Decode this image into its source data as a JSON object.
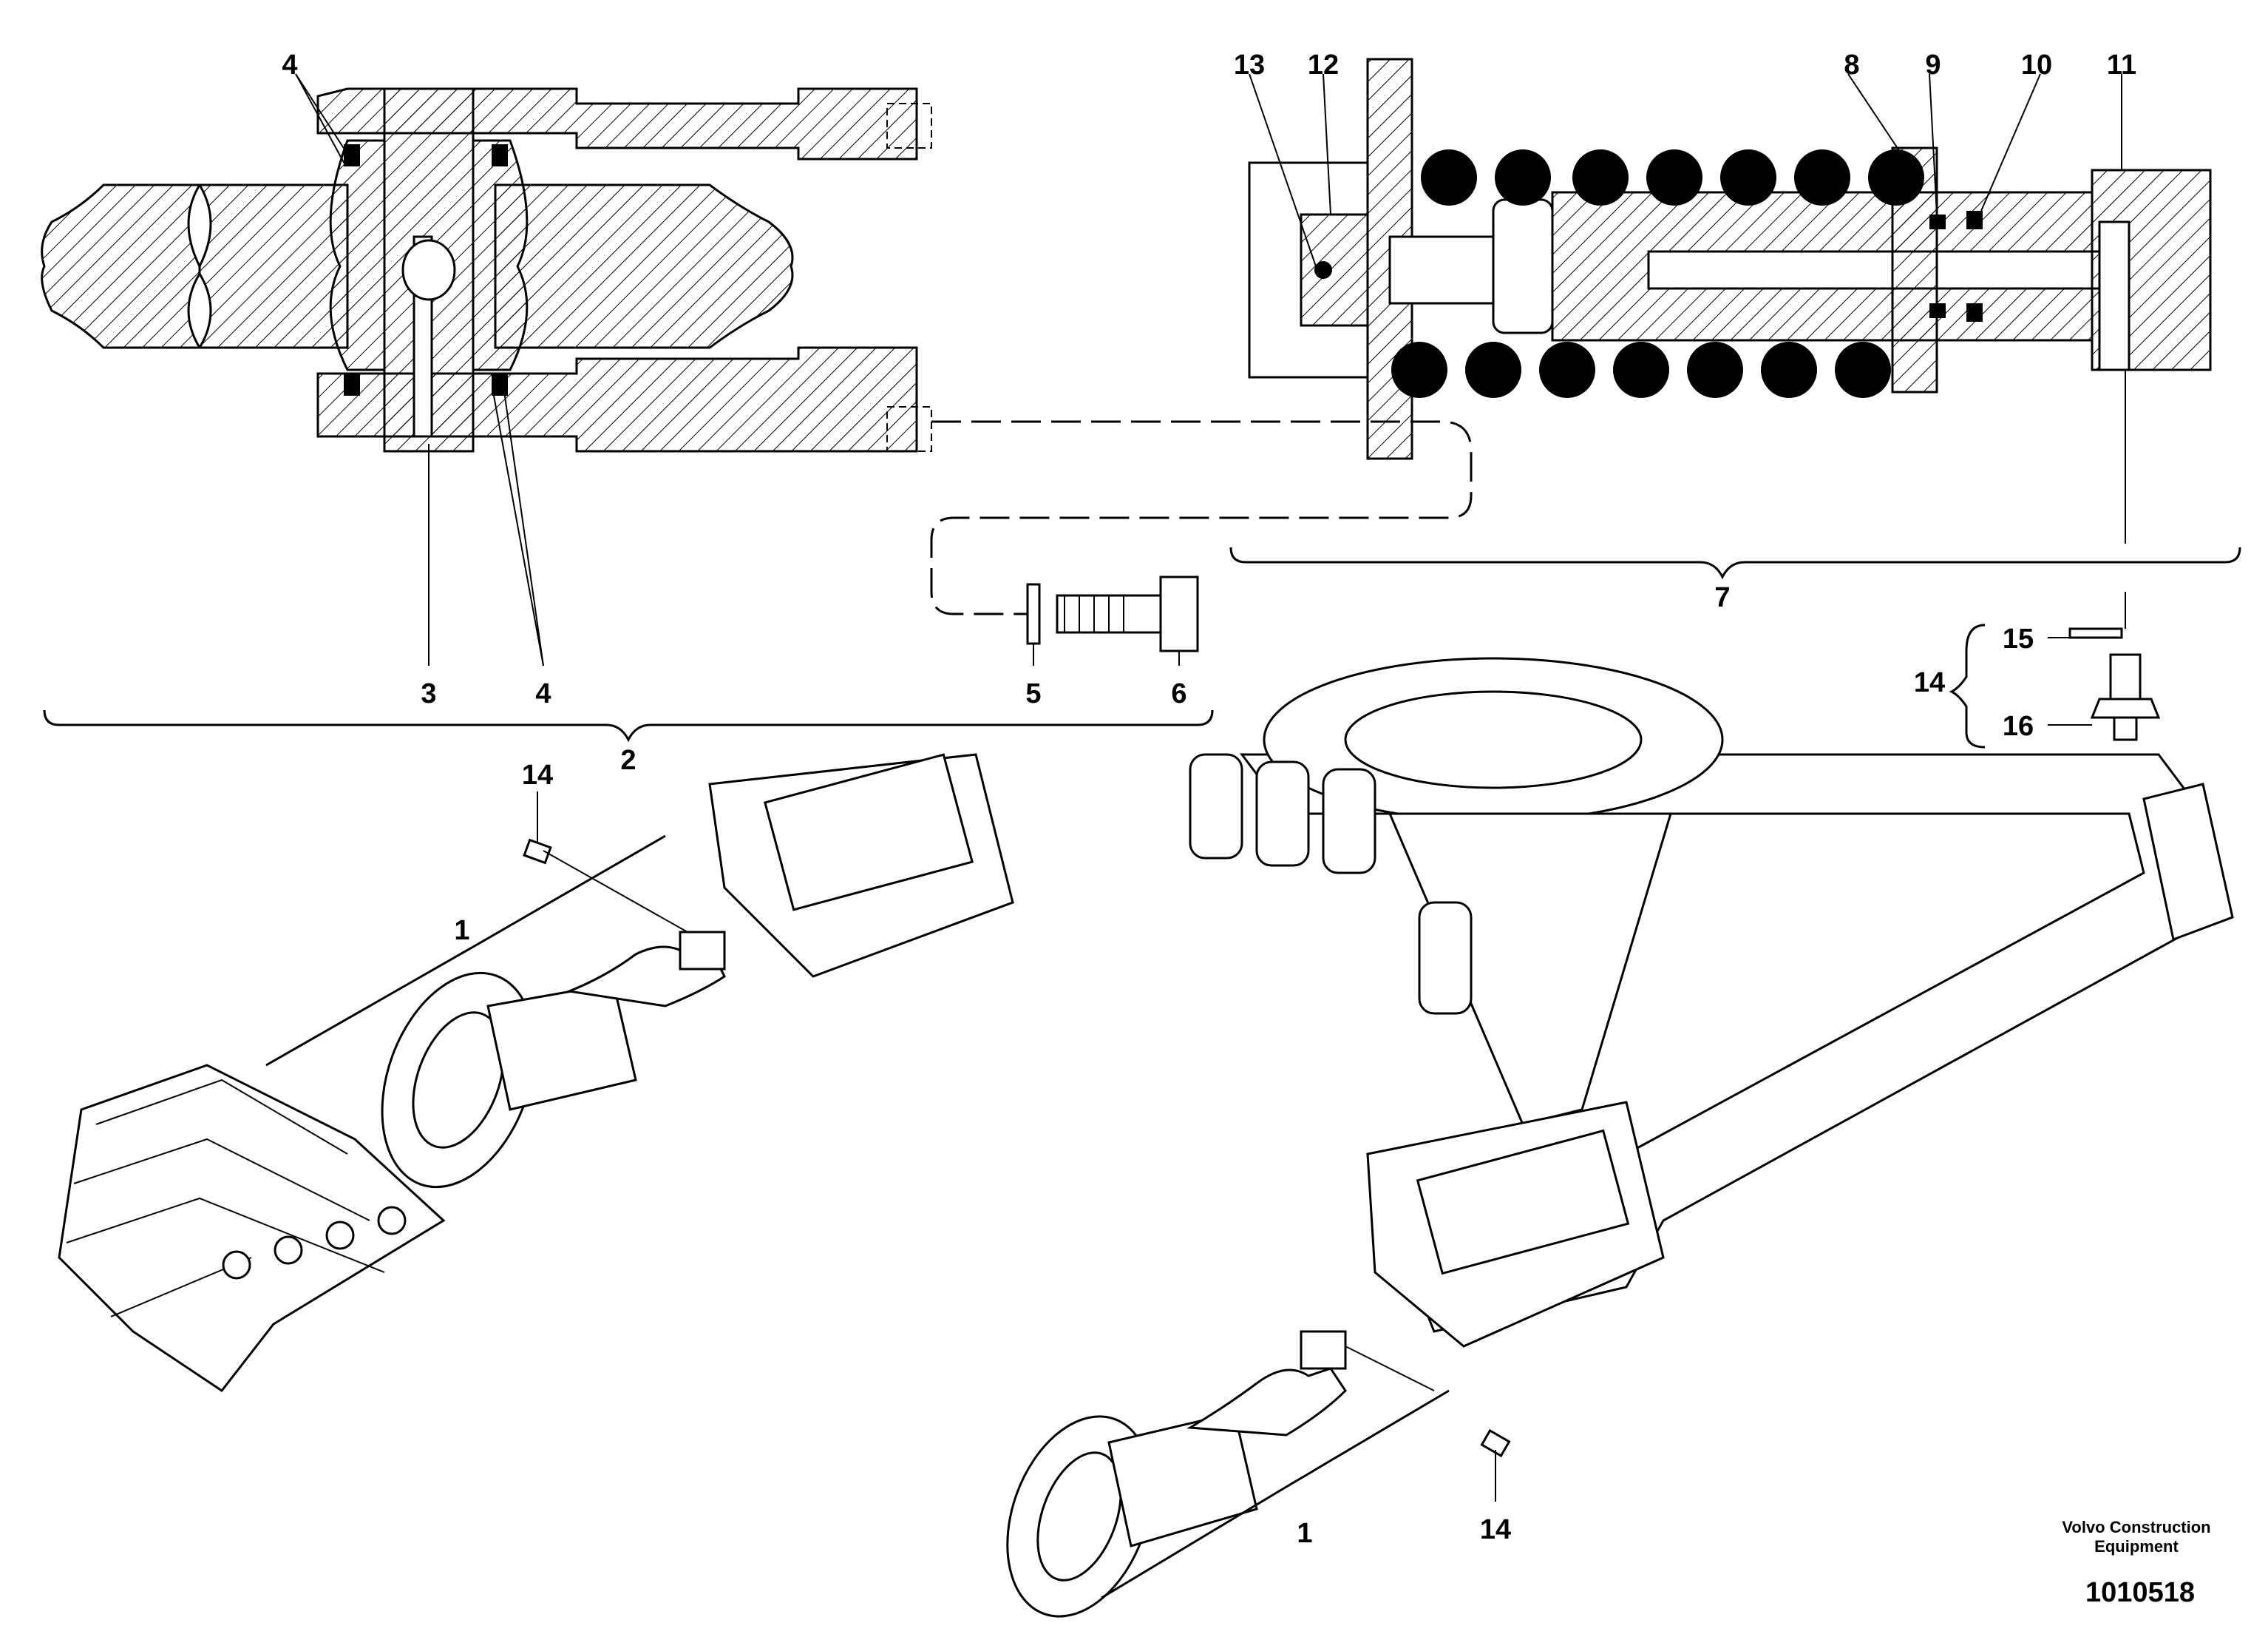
{
  "callouts": {
    "c4_top": "4",
    "c3": "3",
    "c4_bottom": "4",
    "c2": "2",
    "c13": "13",
    "c12": "12",
    "c8": "8",
    "c9": "9",
    "c10": "10",
    "c11": "11",
    "c7": "7",
    "c5": "5",
    "c6": "6",
    "c14_group": "14",
    "c15": "15",
    "c16": "16",
    "c14_left": "14",
    "c1_left": "1",
    "c1_bottom": "1",
    "c14_bottom": "14"
  },
  "footer": {
    "brand_line1": "Volvo Construction",
    "brand_line2": "Equipment",
    "part_number": "1010518"
  }
}
